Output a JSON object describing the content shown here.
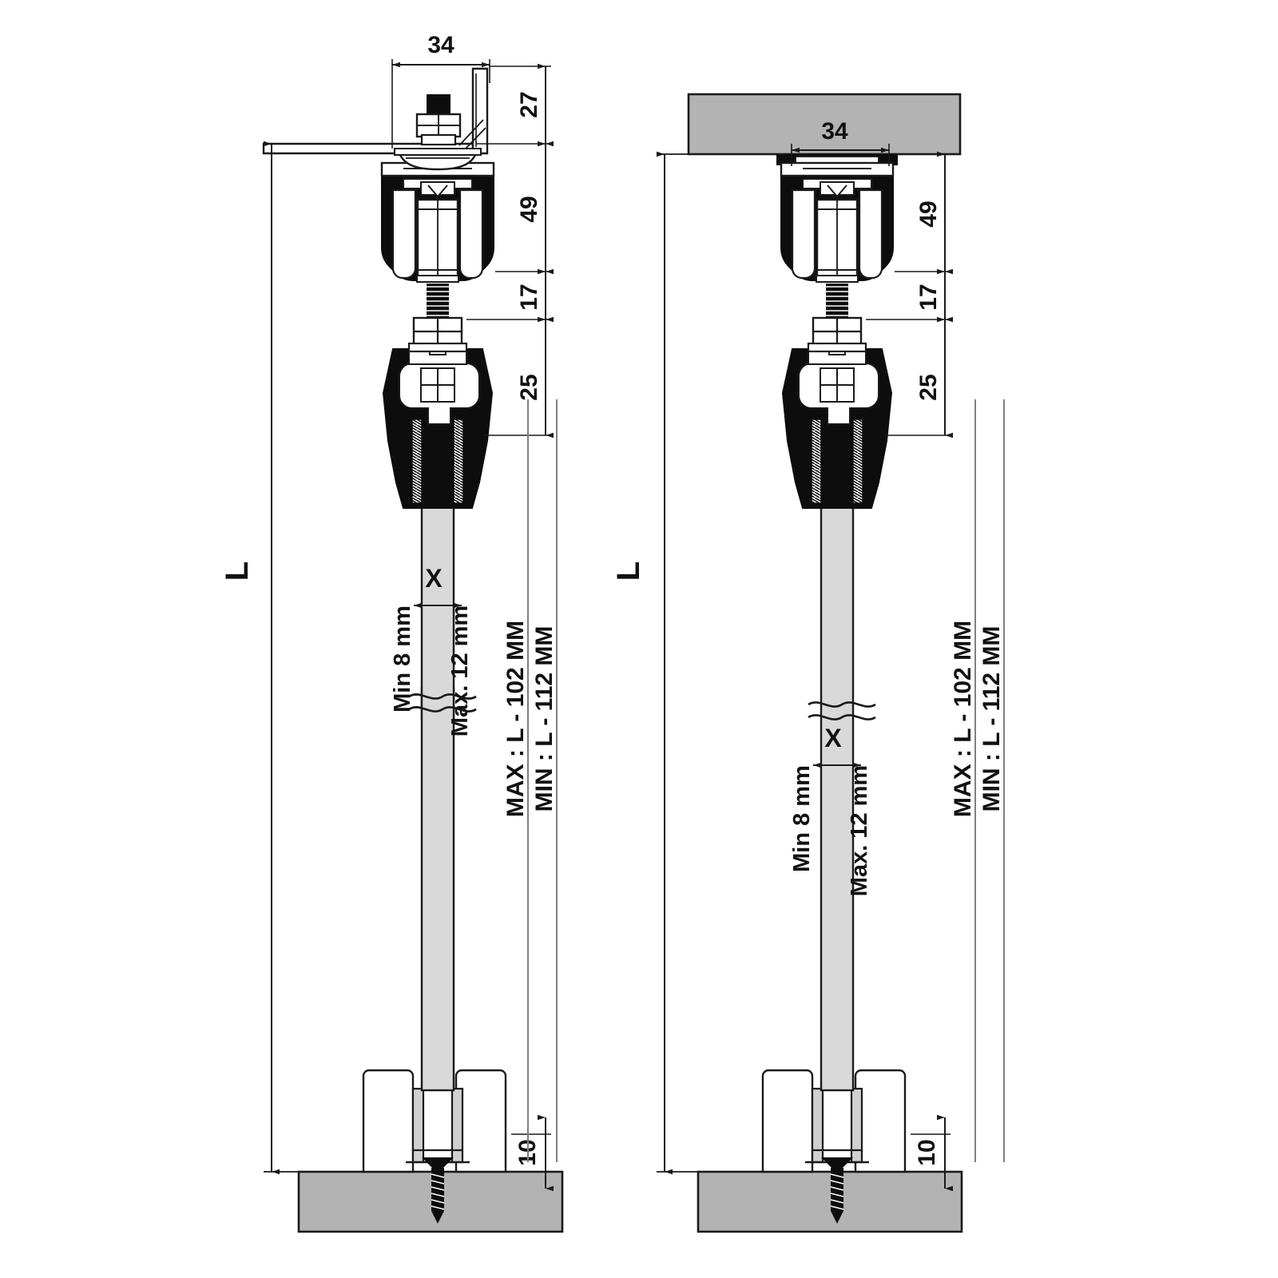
{
  "drawing": {
    "title": "Sliding door track assembly - vertical sections",
    "background_color": "#ffffff",
    "line_color": "#1a1a1a",
    "metal_fill": "#b3b3b3",
    "glass_fill": "#d9d9d9",
    "black_fill": "#0d0d0d",
    "white_fill": "#ffffff"
  },
  "views": [
    {
      "id": "left",
      "name": "wall-bracket-mounted-section",
      "mounting": "bracket",
      "overall_dimension_label": "L",
      "top_width_dimension": "34",
      "vertical_dimensions": [
        {
          "label": "27",
          "name": "bracket-height"
        },
        {
          "label": "49",
          "name": "track-height"
        },
        {
          "label": "17",
          "name": "stem-height"
        },
        {
          "label": "25",
          "name": "clamp-height"
        },
        {
          "label": "10",
          "name": "floor-guide-height"
        }
      ],
      "gap_callout": "X",
      "min_note": "Min 8 mm",
      "max_note": "Max. 12 mm",
      "panel_max": "MAX :  L - 102 MM",
      "panel_min": "MIN :  L - 112 MM"
    },
    {
      "id": "right",
      "name": "ceiling-mounted-section",
      "mounting": "ceiling",
      "overall_dimension_label": "L",
      "top_width_dimension": "34",
      "vertical_dimensions": [
        {
          "label": "49",
          "name": "track-height"
        },
        {
          "label": "17",
          "name": "stem-height"
        },
        {
          "label": "25",
          "name": "clamp-height"
        },
        {
          "label": "10",
          "name": "floor-guide-height"
        }
      ],
      "gap_callout": "X",
      "min_note": "Min 8 mm",
      "max_note": "Max. 12 mm",
      "panel_max": "MAX :  L - 102 MM",
      "panel_min": "MIN :  L - 112 MM"
    }
  ]
}
